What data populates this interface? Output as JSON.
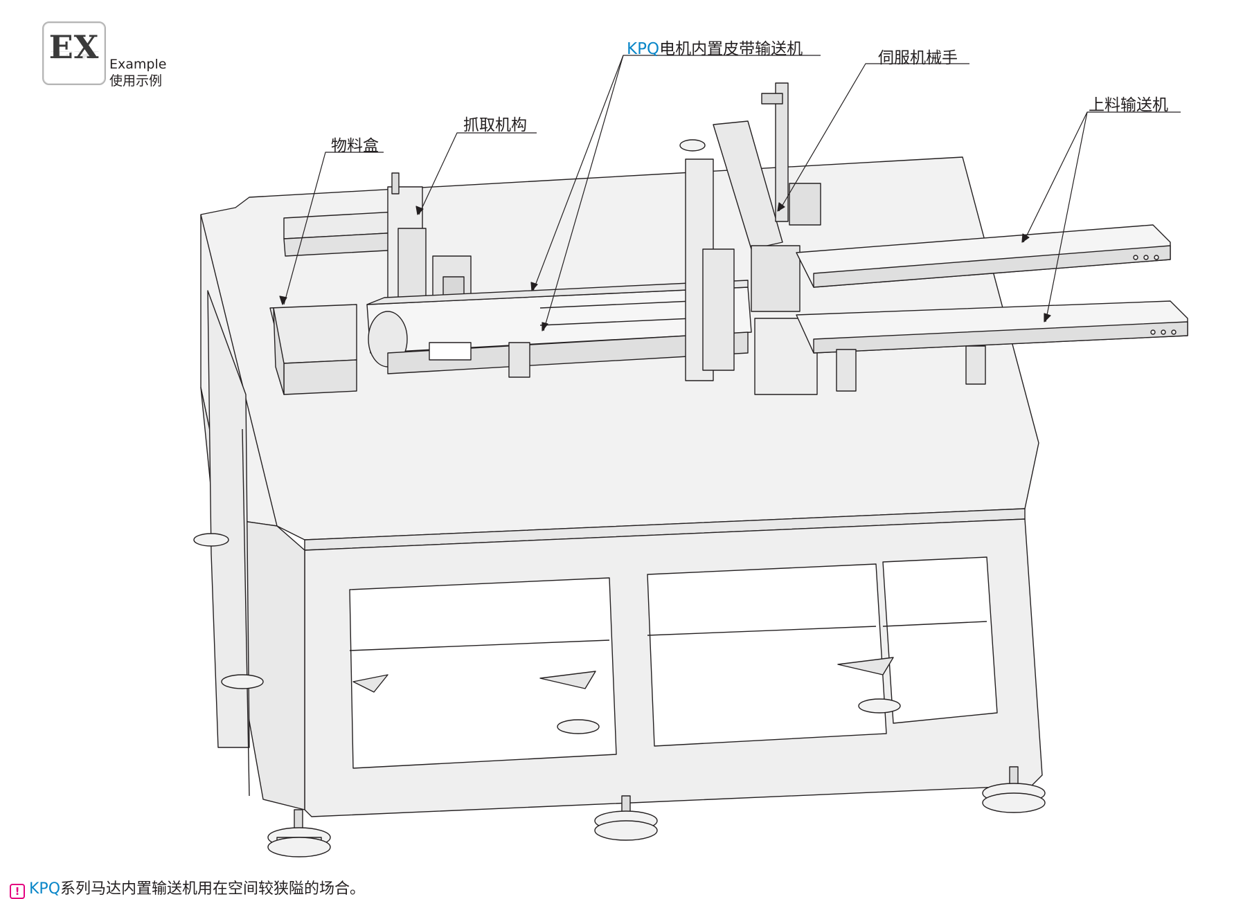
{
  "badge": {
    "letters": "EX",
    "label_en": "Example",
    "label_cn": "使用示例"
  },
  "callouts": {
    "material_box": "物料盒",
    "pick_mechanism": "抓取机构",
    "kpq_conveyor_prefix": "KPQ",
    "kpq_conveyor_suffix": "电机内置皮带输送机",
    "servo_manipulator": "伺服机械手",
    "feed_conveyor": "上料输送机"
  },
  "footer": {
    "icon": "exclamation-icon",
    "prefix": "KPQ",
    "text": "系列马达内置输送机用在空间较狭隘的场合。"
  },
  "colors": {
    "accent": "#0a86c8",
    "warning": "#e4007f",
    "line": "#231f20",
    "fill": "#f2f2f2"
  }
}
